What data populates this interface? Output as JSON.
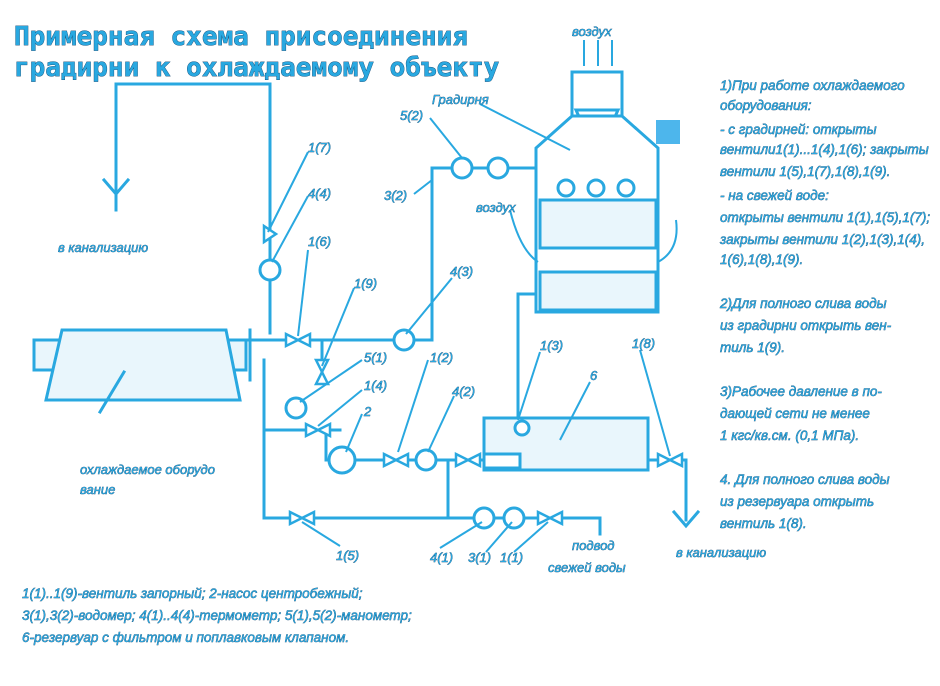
{
  "title": {
    "line1": "Примерная схема присоединения",
    "line2": "градирни к охлаждаемому объекту"
  },
  "labels": {
    "air_top": "воздух",
    "air_side": "воздух",
    "tower": "Градирня",
    "sewer_left": "в канализацию",
    "sewer_right": "в канализацию",
    "equipment_line1": "охлаждаемое оборудо",
    "equipment_line2": "вание",
    "fresh_water_line1": "подвод",
    "fresh_water_line2": "свежей воды",
    "v1_7": "1(7)",
    "t4_4": "4(4)",
    "v1_6": "1(6)",
    "v1_9": "1(9)",
    "t4_3": "4(3)",
    "m5_2": "5(2)",
    "w3_2": "3(2)",
    "m5_1": "5(1)",
    "v1_4": "1(4)",
    "pump_2": "2",
    "v1_2": "1(2)",
    "t4_2": "4(2)",
    "v1_3": "1(3)",
    "res_6": "6",
    "v1_8": "1(8)",
    "v1_5": "1(5)",
    "t4_1": "4(1)",
    "w3_1": "3(1)",
    "v1_1": "1(1)"
  },
  "notes": {
    "n1": [
      "1)При работе охлаждаемого",
      "оборудования:",
      "- с градирней: открыты",
      "вентили1(1)...1(4),1(6); закрыты",
      "вентили 1(5),1(7),1(8),1(9).",
      "- на свежей воде:",
      "открыты вентили 1(1),1(5),1(7);",
      "закрыты вентили 1(2),1(3),1(4),",
      "1(6),1(8),1(9)."
    ],
    "n2": [
      "2)Для полного слива воды",
      "из градирни открыть вен-",
      "тиль 1(9)."
    ],
    "n3": [
      "3)Рабочее давление в по-",
      "дающей сети не менее",
      "1 кгс/кв.см. (0,1 МПа)."
    ],
    "n4": [
      "4. Для полного слива воды",
      "из резервуара открыть",
      "вентиль 1(8)."
    ]
  },
  "legend": [
    "1(1)..1(9)-вентиль запорный; 2-насос центробежный;",
    "3(1),3(2)-водомер; 4(1)..4(4)-термометр; 5(1),5(2)-манометр;",
    "6-резервуар с фильтром и поплавковым клапаном."
  ],
  "colors": {
    "line": "#29a8e0",
    "outline": "#0f3e66",
    "marker": "#4db6ec",
    "background": "#ffffff"
  }
}
